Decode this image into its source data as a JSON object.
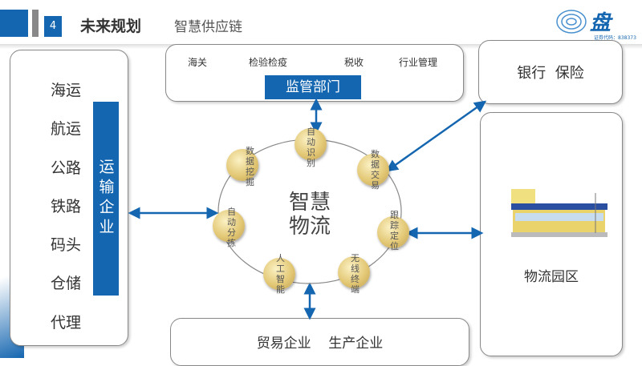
{
  "header": {
    "section_number": "4",
    "title": "未来规划",
    "subtitle": "智慧供应链",
    "logo_text": "证券代码：838373"
  },
  "transport": {
    "items": [
      "海运",
      "航运",
      "公路",
      "铁路",
      "码头",
      "仓储",
      "代理"
    ],
    "label": "运输企业"
  },
  "regulation": {
    "items": [
      "海关",
      "检验检疫",
      "税收",
      "行业管理"
    ],
    "label": "监管部门"
  },
  "finance": {
    "label": "银行  保险"
  },
  "park": {
    "label": "物流园区"
  },
  "enterprise": {
    "label": "贸易企业    生产企业"
  },
  "center": {
    "line1": "智慧",
    "line2": "物流"
  },
  "nodes": [
    "自动识别",
    "数据交易",
    "跟踪定位",
    "无线终端",
    "人工智能",
    "自动分拣",
    "数据挖掘"
  ],
  "colors": {
    "accent": "#1566b0"
  }
}
